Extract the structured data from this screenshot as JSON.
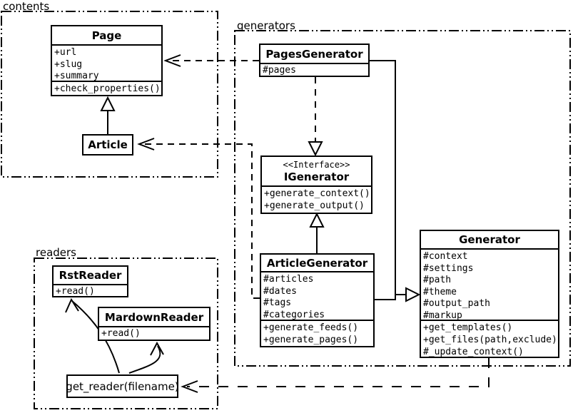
{
  "packages": {
    "contents": {
      "label": "contents"
    },
    "generators": {
      "label": "generators"
    },
    "readers": {
      "label": "readers"
    }
  },
  "classes": {
    "page": {
      "title": "Page",
      "attrs": [
        "+url",
        "+slug",
        "+summary"
      ],
      "methods": [
        "+check_properties()"
      ]
    },
    "article": {
      "title": "Article"
    },
    "pages_generator": {
      "title": "PagesGenerator",
      "attrs": [
        "#pages"
      ]
    },
    "igenerator": {
      "stereotype": "<<Interface>>",
      "title": "IGenerator",
      "methods": [
        "+generate_context()",
        "+generate_output()"
      ]
    },
    "article_generator": {
      "title": "ArticleGenerator",
      "attrs": [
        "#articles",
        "#dates",
        "#tags",
        "#categories"
      ],
      "methods": [
        "+generate_feeds()",
        "+generate_pages()"
      ]
    },
    "generator": {
      "title": "Generator",
      "attrs": [
        "#context",
        "#settings",
        "#path",
        "#theme",
        "#output_path",
        "#markup"
      ],
      "methods": [
        "+get_templates()",
        "+get_files(path,exclude)",
        "#_update_context()"
      ]
    },
    "rst_reader": {
      "title": "RstReader",
      "methods": [
        "+read()"
      ]
    },
    "mardown_reader": {
      "title": "MardownReader",
      "methods": [
        "+read()"
      ]
    },
    "get_reader": {
      "label": "get_reader(filename)"
    }
  },
  "relationships": [
    {
      "from": "Article",
      "to": "Page",
      "type": "generalization",
      "style": "solid-hollow-triangle"
    },
    {
      "from": "PagesGenerator",
      "to": "Page",
      "type": "dependency",
      "style": "dashed-open-arrow"
    },
    {
      "from": "ArticleGenerator",
      "to": "Article",
      "type": "dependency",
      "style": "dashed-open-arrow"
    },
    {
      "from": "PagesGenerator",
      "to": "IGenerator",
      "type": "realization",
      "style": "dashed-hollow-triangle"
    },
    {
      "from": "ArticleGenerator",
      "to": "IGenerator",
      "type": "generalization",
      "style": "solid-hollow-triangle"
    },
    {
      "from": "PagesGenerator",
      "to": "Generator",
      "type": "generalization",
      "style": "solid-hollow-triangle"
    },
    {
      "from": "ArticleGenerator",
      "to": "Generator",
      "type": "generalization",
      "style": "solid-hollow-triangle"
    },
    {
      "from": "Generator",
      "to": "get_reader(filename)",
      "type": "dependency",
      "style": "dashed-open-arrow"
    },
    {
      "from": "get_reader(filename)",
      "to": "RstReader",
      "type": "association",
      "style": "curved-open-arrow"
    },
    {
      "from": "get_reader(filename)",
      "to": "MardownReader",
      "type": "association",
      "style": "curved-open-arrow"
    }
  ],
  "colors": {
    "line": "#000000",
    "background": "#ffffff"
  }
}
